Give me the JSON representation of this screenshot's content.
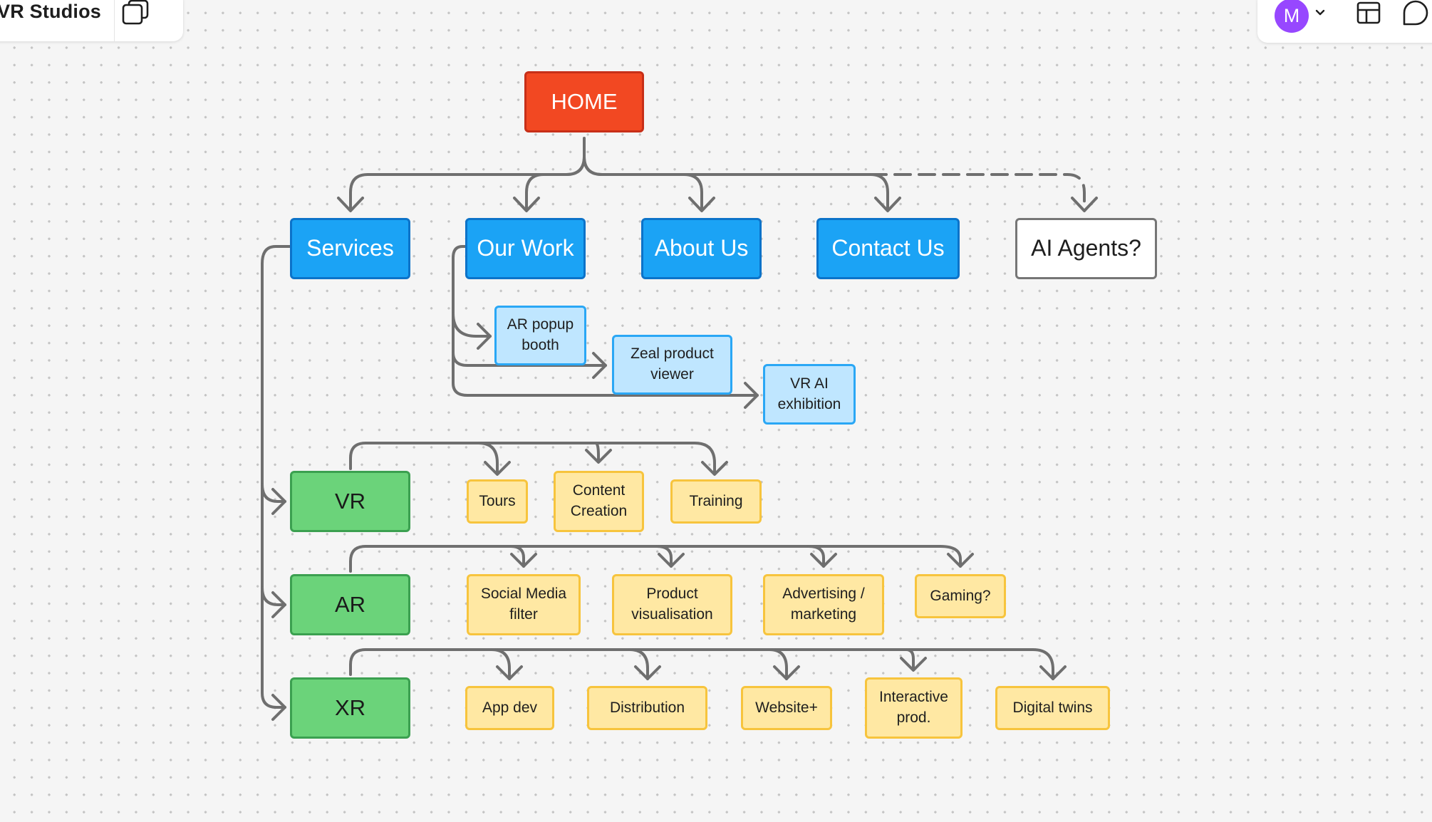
{
  "app": {
    "file_title": "VR Studios",
    "user_initial": "M"
  },
  "icons": {
    "pages": "pages-icon",
    "avatar_menu": "chevron-down-icon",
    "layout": "layout-icon",
    "comment": "comment-icon"
  },
  "colors": {
    "home": "#f24822",
    "nav": "#1ba3f5",
    "work": "#bfe6ff",
    "tech": "#6bd37a",
    "leaf": "#ffe8a3",
    "connector": "#6f6f6f",
    "avatar": "#9747ff"
  },
  "diagram": {
    "home": "HOME",
    "nav": {
      "services": "Services",
      "our_work": "Our Work",
      "about_us": "About Us",
      "contact_us": "Contact Us",
      "ai_agents": "AI Agents?"
    },
    "work_items": {
      "ar_popup": "AR popup booth",
      "zeal": "Zeal product viewer",
      "vr_ai": "VR AI exhibition"
    },
    "tech": {
      "vr": "VR",
      "ar": "AR",
      "xr": "XR"
    },
    "vr_items": {
      "tours": "Tours",
      "content": "Content Creation",
      "training": "Training"
    },
    "ar_items": {
      "social": "Social Media filter",
      "product": "Product visualisation",
      "advertising": "Advertising / marketing",
      "gaming": "Gaming?"
    },
    "xr_items": {
      "app_dev": "App dev",
      "distribution": "Distribution",
      "website": "Website+",
      "interactive": "Interactive prod.",
      "digital_twins": "Digital twins"
    }
  }
}
